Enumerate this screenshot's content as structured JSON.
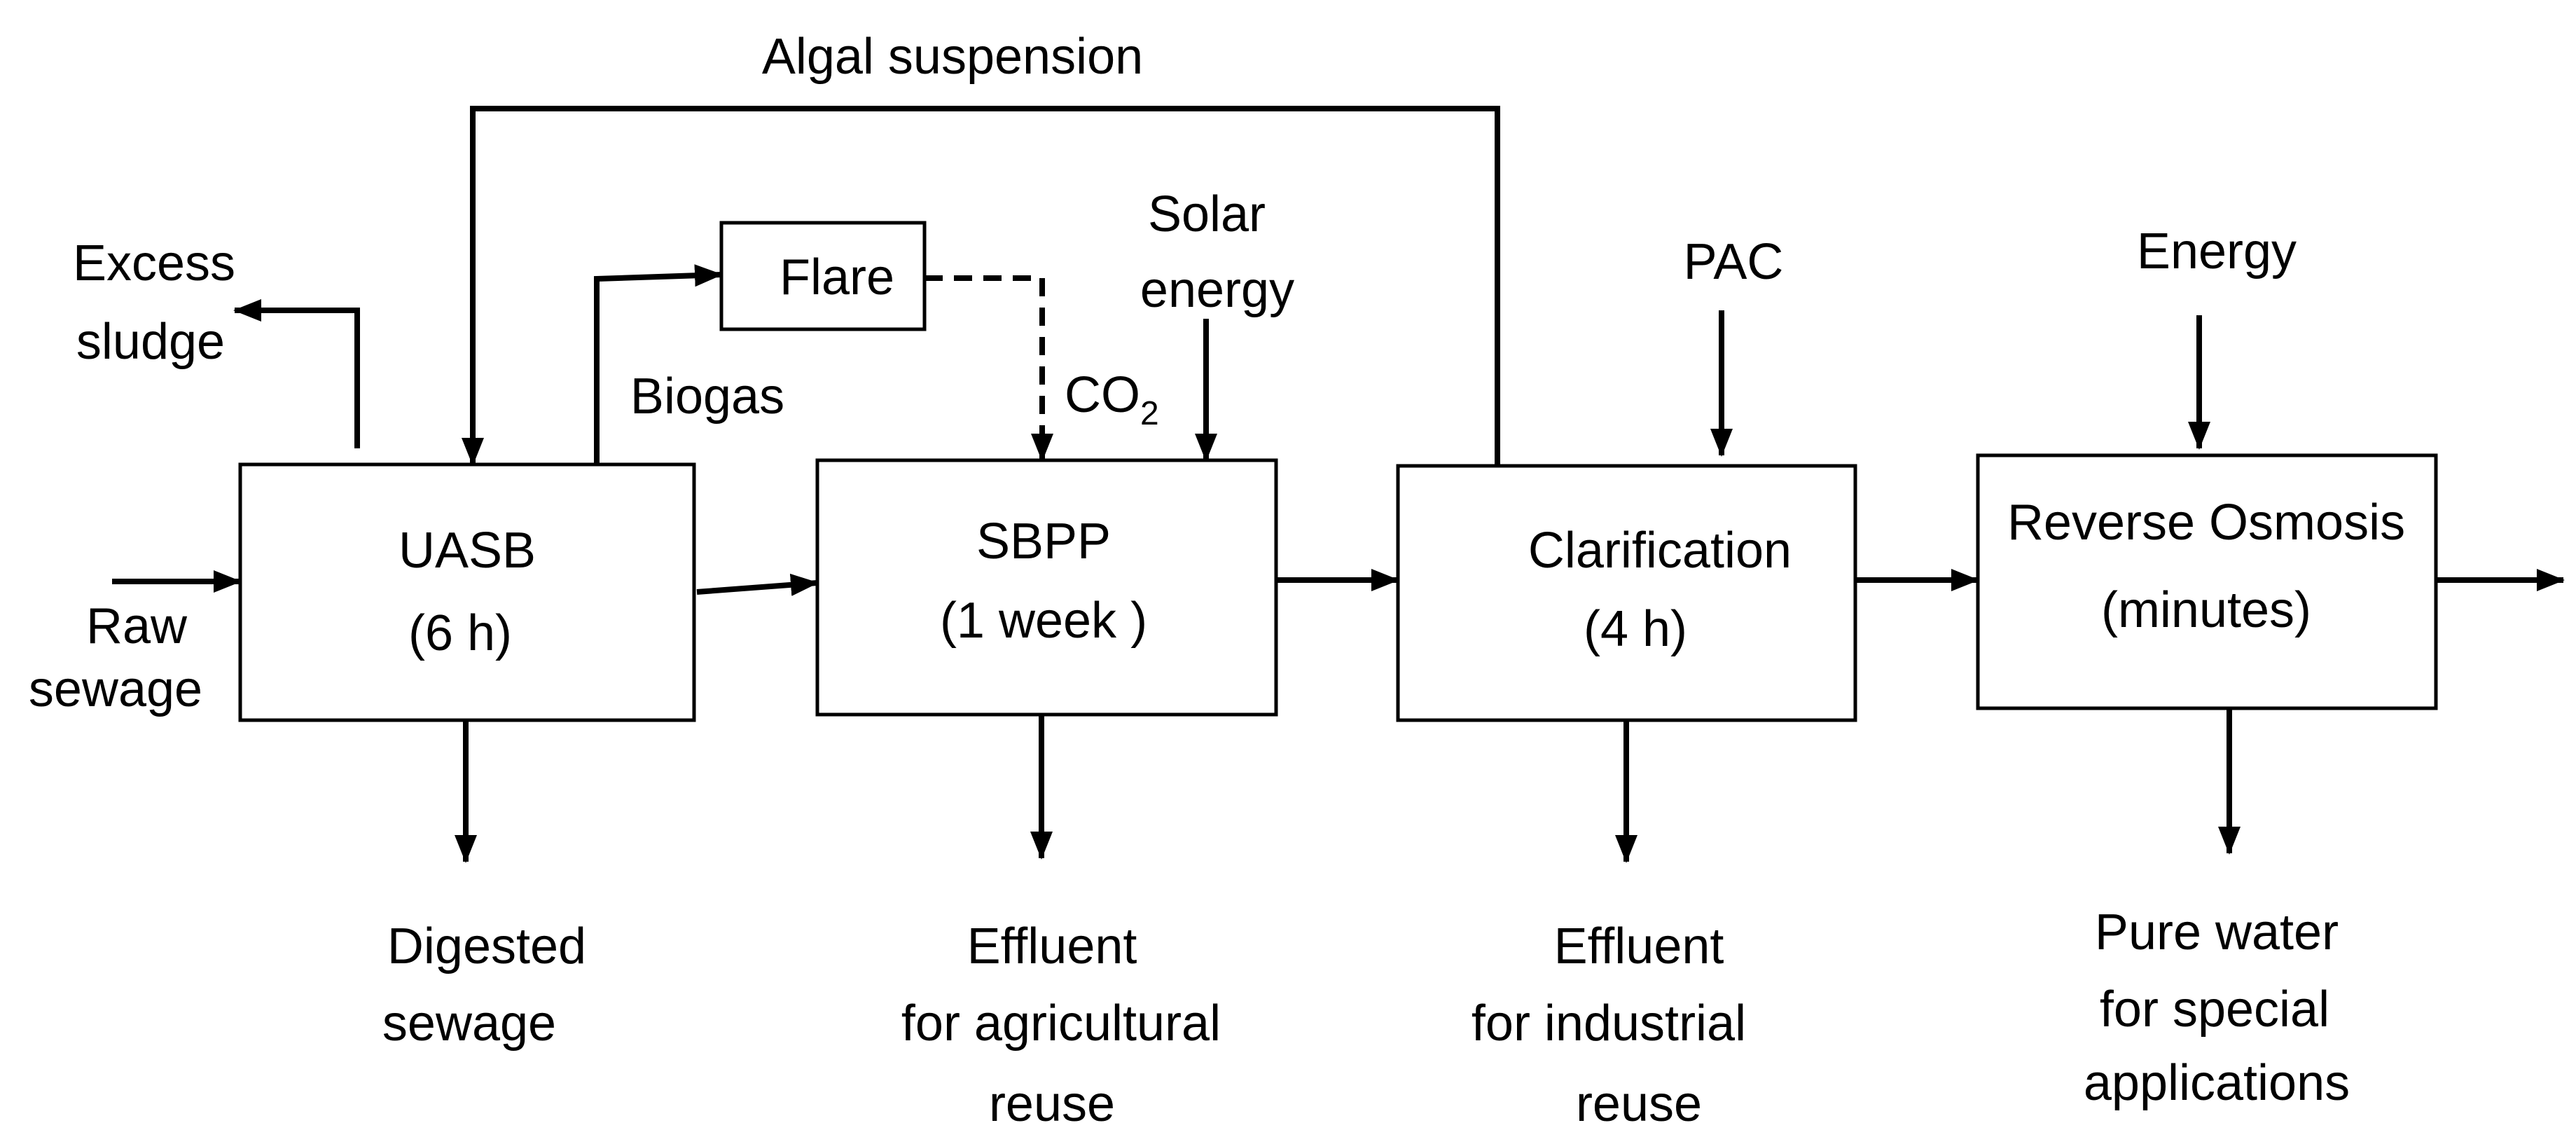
{
  "diagram": {
    "nodes": {
      "uasb": {
        "name": "UASB",
        "duration": "(6 h)"
      },
      "sbpp": {
        "name": "SBPP",
        "duration": "(1 week )"
      },
      "clarification": {
        "name": "Clarification",
        "duration": "(4 h)"
      },
      "reverse_osmosis": {
        "name": "Reverse Osmosis",
        "duration": "(minutes)"
      },
      "flare": {
        "name": "Flare"
      }
    },
    "labels": {
      "algal_suspension": "Algal suspension",
      "excess_sludge_line1": "Excess",
      "excess_sludge_line2": "sludge",
      "biogas": "Biogas",
      "co2_main": "CO",
      "co2_sub": "2",
      "solar_line1": "Solar",
      "solar_line2": "energy",
      "pac": "PAC",
      "energy": "Energy",
      "raw_sewage_line1": "Raw",
      "raw_sewage_line2": "sewage"
    },
    "outputs": {
      "uasb": [
        "Digested",
        "sewage"
      ],
      "sbpp": [
        "Effluent",
        "for agricultural",
        "reuse"
      ],
      "clarification": [
        "Effluent",
        "for industrial",
        "reuse"
      ],
      "reverse_osmosis": [
        "Pure water",
        "for special",
        "applications"
      ]
    },
    "colors": {
      "line": "#000000",
      "box_border": "#000000",
      "background": "#ffffff"
    }
  }
}
